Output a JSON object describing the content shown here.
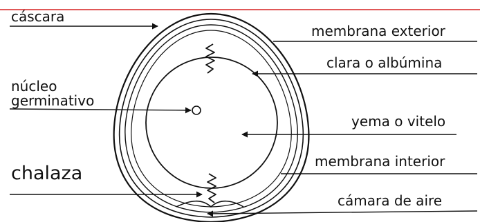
{
  "diagram": {
    "labels": {
      "cascara": "cáscara",
      "membrana_exterior": "membrana exterior",
      "clara": "clara o albúmina",
      "nucleo_line1": "núcleo",
      "nucleo_line2": "germinativo",
      "yema": "yema o vitelo",
      "membrana_interior": "membrana interior",
      "chalaza": "chalaza",
      "camara": "cámara de aire"
    },
    "colors": {
      "top_rule": "#d62020",
      "ink": "#111111"
    }
  }
}
